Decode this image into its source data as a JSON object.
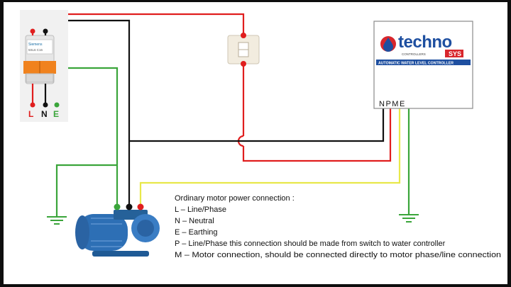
{
  "breaker": {
    "brand": "Siemens",
    "rating": "5SL6 C16",
    "terminals": [
      "L",
      "N",
      "E"
    ]
  },
  "controller": {
    "brand": "techno",
    "brand_sub": "SYS",
    "brand_tag": "CONTROLLERS",
    "subtitle": "AUTOMATIC WATER LEVEL CONTROLLER",
    "terminals": "NPME"
  },
  "notes": {
    "heading": "Ordinary motor power connection :",
    "lines": [
      "L – Line/Phase",
      "N – Neutral",
      "E – Earthing",
      "P – Line/Phase this connection should be made from switch to water controller",
      "M – Motor connection, should be connected directly to motor phase/line connection"
    ]
  },
  "colors": {
    "phase": "#e01e1e",
    "neutral": "#111111",
    "earth": "#3aa53a",
    "motor": "#e8e84a",
    "breaker_orange": "#f0821e",
    "brand_blue": "#1e4fa0",
    "brand_red": "#d8262c",
    "pump_blue": "#2d6fb5"
  }
}
